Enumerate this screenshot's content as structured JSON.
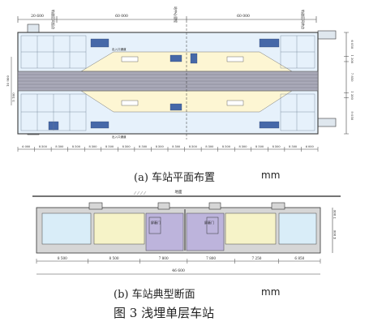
{
  "figure": {
    "caption": "图 3    浅埋单层车站",
    "plan": {
      "caption": "(a) 车站平面布置",
      "unit": "mm",
      "top_dims": [
        "20 600",
        "60 000",
        "60 000"
      ],
      "markers": [
        "轨道区间起点",
        "站中心里程",
        "轨道区间终点"
      ],
      "bottom_dims": [
        "6 000",
        "8 500",
        "8 500",
        "8 500",
        "8 500",
        "8 500",
        "8 500",
        "8 500",
        "8 500",
        "8 500",
        "8 500",
        "8 500",
        "8 500",
        "8 500",
        "8 500",
        "8 500",
        "8 500",
        "6 000"
      ],
      "right_dims": [
        "6 050",
        "1 300",
        "7 850",
        "1 300",
        "9 050"
      ],
      "left_dims": [
        "10 900",
        "5 100"
      ],
      "notes": [
        "出入口通道",
        "出入口通道"
      ]
    },
    "section": {
      "caption": "(b) 车站典型断面",
      "unit": "mm",
      "ground_label": "地面",
      "door_labels": [
        "屏蔽门",
        "屏蔽门"
      ],
      "bottom_dims": [
        "8 500",
        "8 500",
        "7 800",
        "7 800",
        "7 250",
        "6 850"
      ],
      "total_dim": "46 600",
      "right_dims": [
        "1 800",
        "4 800"
      ]
    }
  },
  "colors": {
    "outline": "#3a3a3a",
    "hall_fill": "#fdf6d3",
    "room_fill": "#e6f1fb",
    "track_fill": "#a9a9b8",
    "room_blue": "#4668a8",
    "door_purple": "#bdb4dc",
    "concrete": "#d6d6d6",
    "platform_yellow": "#f6f3c8",
    "side_blue": "#d9edf8"
  }
}
